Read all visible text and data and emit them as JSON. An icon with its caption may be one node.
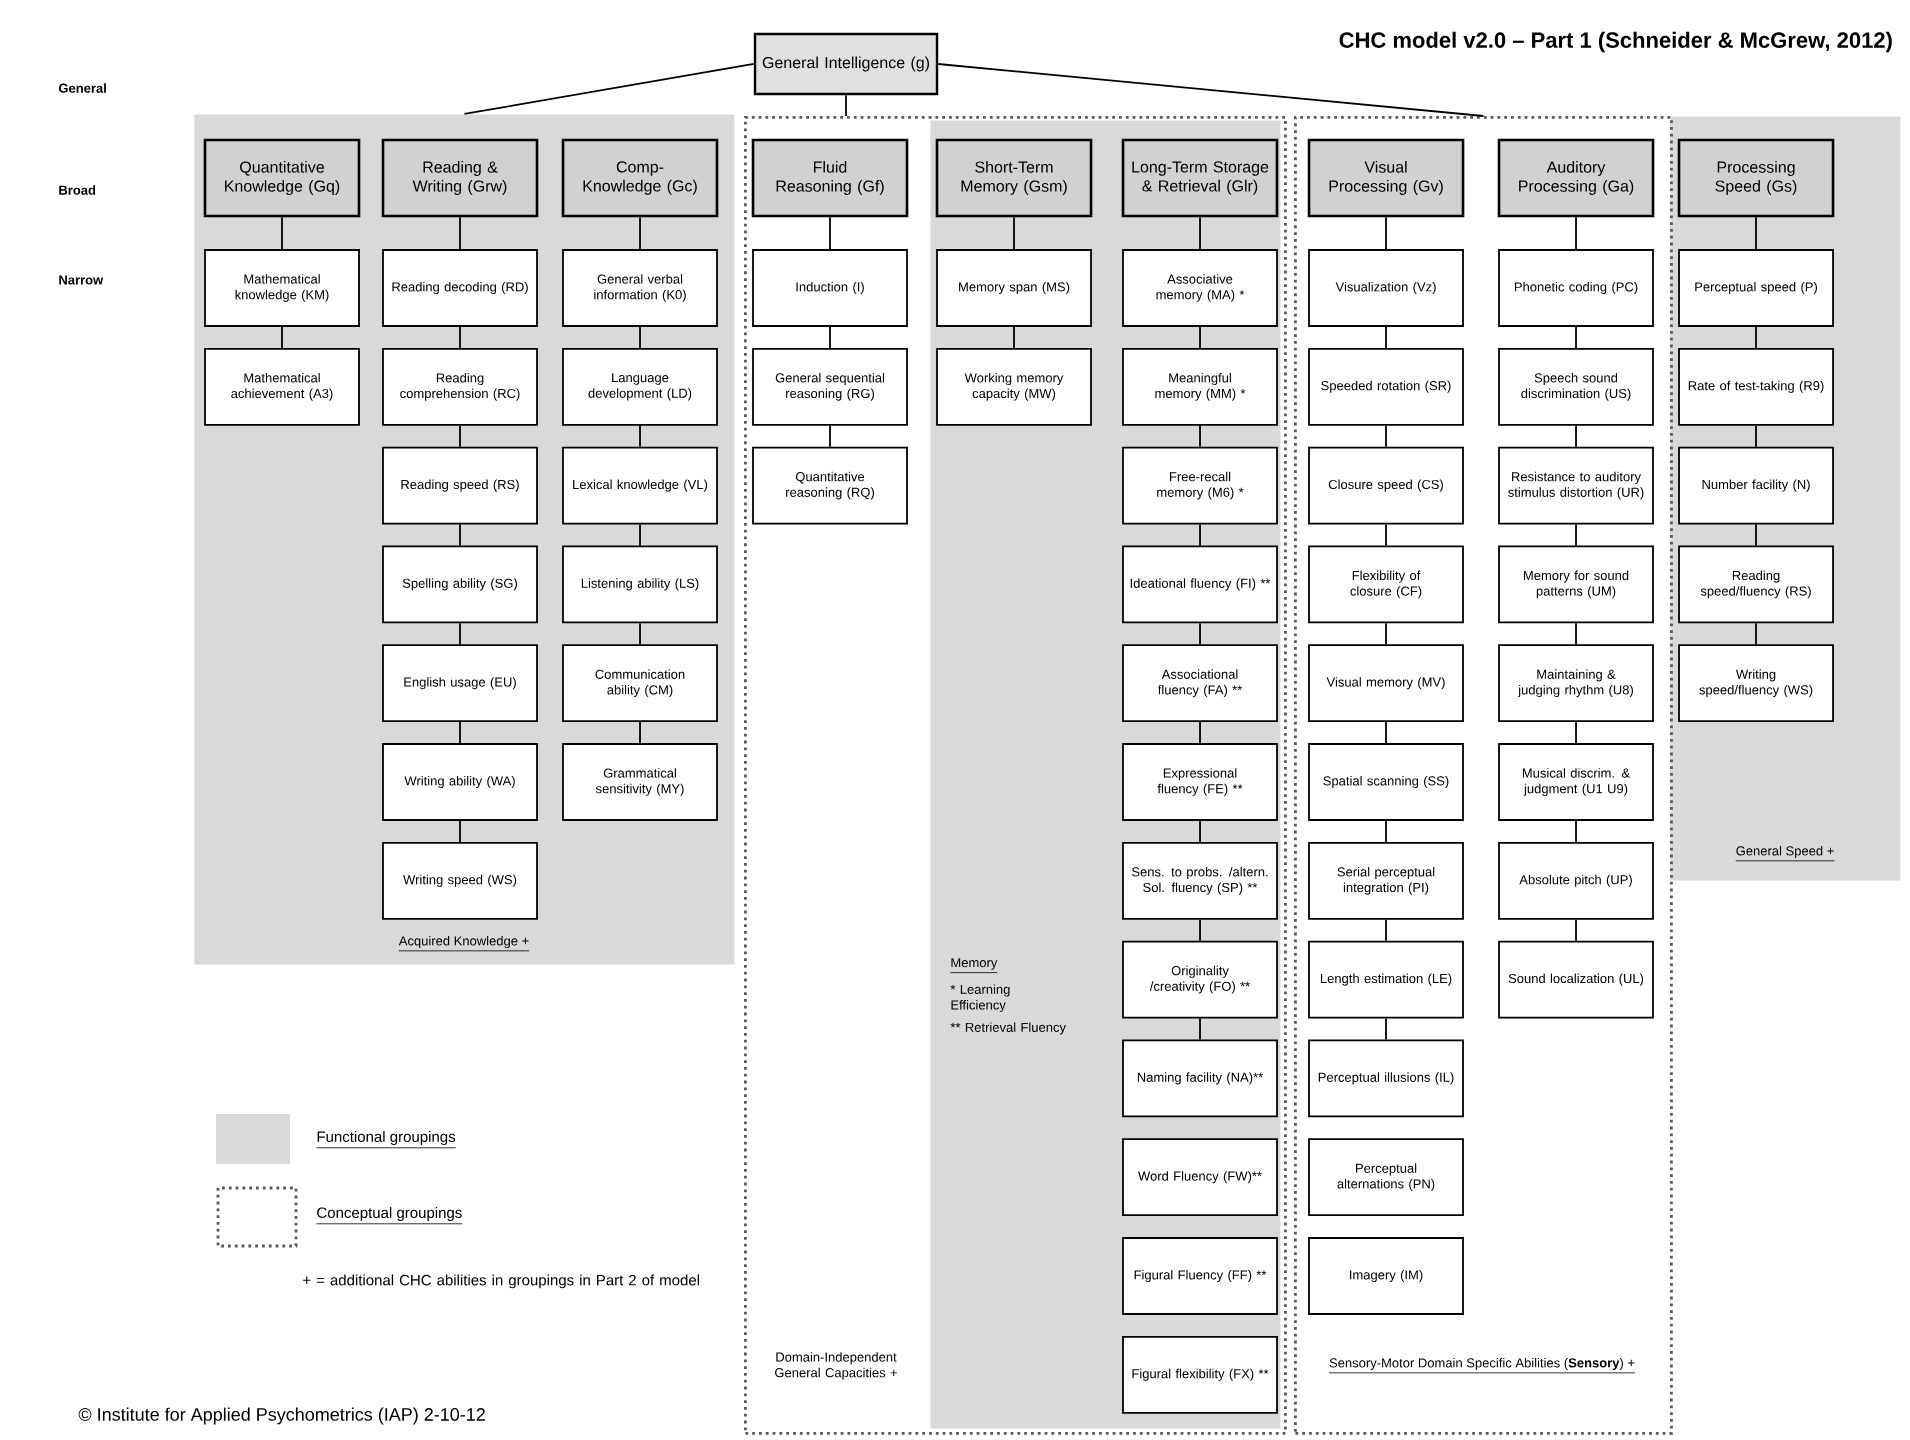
{
  "diagram": {
    "title": "CHC model v2.0 – Part 1 (Schneider & McGrew, 2012)",
    "nodes": [
      {
        "text": [
          "General Intelligence (g)"
        ]
      },
      {
        "text": [
          "Acquired Knowledge +"
        ]
      },
      {
        "text": [
          "Quantitative Knowledge (Gq)"
        ],
        "in": 1
      },
      {
        "text": [
          "Mathematical knowledge (KM)"
        ],
        "in": 1
      },
      {
        "text": [
          "Mathematical achievement (A3)"
        ],
        "in": 1
      },
      {
        "text": [
          "Reading & Writing (Grw)"
        ],
        "in": 1
      },
      {
        "text": [
          "Reading decoding (RD)"
        ],
        "in": 1
      },
      {
        "text": [
          "Reading comprehension (RC)"
        ],
        "in": 1
      },
      {
        "text": [
          "Reading speed (RS)"
        ],
        "in": 1
      },
      {
        "text": [
          "Spelling ability (SG)"
        ],
        "in": 1
      },
      {
        "text": [
          "English usage (EU)"
        ],
        "in": 1
      },
      {
        "text": [
          "Writing ability (WA)"
        ],
        "in": 1
      },
      {
        "text": [
          "Writing speed (WS)"
        ],
        "in": 1
      },
      {
        "text": [
          "Comp-Knowledge (Gc)"
        ],
        "in": 1
      },
      {
        "text": [
          "General verbal information (K0)"
        ],
        "in": 1
      },
      {
        "text": [
          "Language development (LD)"
        ],
        "in": 1
      },
      {
        "text": [
          "Lexical knowledge (VL)"
        ],
        "in": 1
      },
      {
        "text": [
          "Listening ability (LS)"
        ],
        "in": 1
      },
      {
        "text": [
          "Communication ability (CM)"
        ],
        "in": 1
      },
      {
        "text": [
          "Grammatical sensitivity (MY)"
        ],
        "in": 1
      },
      {
        "text": [
          "Domain-Independent General Capacities +"
        ]
      },
      {
        "text": [
          "Fluid Reasoning (Gf)"
        ],
        "in": 20
      },
      {
        "text": [
          "Induction (I)"
        ],
        "in": 20
      },
      {
        "text": [
          "General sequential reasoning (RG)"
        ],
        "in": 20
      },
      {
        "text": [
          "Quantitative reasoning (RQ)"
        ],
        "in": 20
      },
      {
        "text": [
          "Memory",
          "* Learning Efficiency",
          "** Retrieval Fluency"
        ],
        "in": 20
      },
      {
        "text": [
          "Short-Term Memory (Gsm)"
        ],
        "in": 25
      },
      {
        "text": [
          "Memory span (MS)"
        ],
        "in": 25
      },
      {
        "text": [
          "Working memory capacity (MW)"
        ],
        "in": 25
      },
      {
        "text": [
          "Long-Term Storage & Retrieval (Glr)"
        ],
        "in": 25
      },
      {
        "text": [
          "Associative memory (MA) *"
        ],
        "in": 25
      },
      {
        "text": [
          "Meaningful memory (MM) *"
        ],
        "in": 25
      },
      {
        "text": [
          "Free-recall memory (M6) *"
        ],
        "in": 25
      },
      {
        "text": [
          "Ideational fluency (FI) **"
        ],
        "in": 25
      },
      {
        "text": [
          "Associational fluency (FA) **"
        ],
        "in": 25
      },
      {
        "text": [
          "Expressional fluency (FE) **"
        ],
        "in": 25
      },
      {
        "text": [
          "Sens. to probs. /altern. Sol. fluency (SP) **"
        ],
        "in": 25
      },
      {
        "text": [
          "Originality /creativity (FO) **"
        ],
        "in": 25
      },
      {
        "text": [
          "Naming facility (NA)**"
        ],
        "in": 25
      },
      {
        "text": [
          "Word Fluency (FW)**"
        ],
        "in": 25
      },
      {
        "text": [
          "Figural Fluency (FF) **"
        ],
        "in": 25
      },
      {
        "text": [
          "Figural flexibility (FX) **"
        ],
        "in": 25
      },
      {
        "text": [
          "Sensory-Motor Domain Specific Abilities (**Sensory**) +"
        ]
      },
      {
        "text": [
          "Visual Processing (Gv)"
        ],
        "in": 42
      },
      {
        "text": [
          "Visualization (Vz)"
        ],
        "in": 42
      },
      {
        "text": [
          "Speeded rotation (SR)"
        ],
        "in": 42
      },
      {
        "text": [
          "Closure speed (CS)"
        ],
        "in": 42
      },
      {
        "text": [
          "Flexibility of closure (CF)"
        ],
        "in": 42
      },
      {
        "text": [
          "Visual memory (MV)"
        ],
        "in": 42
      },
      {
        "text": [
          "Spatial scanning (SS)"
        ],
        "in": 42
      },
      {
        "text": [
          "Serial perceptual integration (PI)"
        ],
        "in": 42
      },
      {
        "text": [
          "Length estimation (LE)"
        ],
        "in": 42
      },
      {
        "text": [
          "Perceptual illusions (IL)"
        ],
        "in": 42
      },
      {
        "text": [
          "Perceptual alternations (PN)"
        ],
        "in": 42
      },
      {
        "text": [
          "Imagery (IM)"
        ],
        "in": 42
      },
      {
        "text": [
          "Auditory Processing (Ga)"
        ],
        "in": 42
      },
      {
        "text": [
          "Phonetic coding (PC)"
        ],
        "in": 42
      },
      {
        "text": [
          "Speech sound discrimination (US)"
        ],
        "in": 42
      },
      {
        "text": [
          "Resistance to auditory stimulus distortion (UR)"
        ],
        "in": 42
      },
      {
        "text": [
          "Memory for sound patterns (UM)"
        ],
        "in": 42
      },
      {
        "text": [
          "Maintaining & judging rhythm (U8)"
        ],
        "in": 42
      },
      {
        "text": [
          "Musical discrim. & judgment (U1 U9)"
        ],
        "in": 42
      },
      {
        "text": [
          "Absolute pitch (UP)"
        ],
        "in": 42
      },
      {
        "text": [
          "Sound localization (UL)"
        ],
        "in": 42
      },
      {
        "text": [
          "General Speed +"
        ]
      },
      {
        "text": [
          "Processing Speed (Gs)"
        ],
        "in": 64
      },
      {
        "text": [
          "Perceptual speed (P)"
        ],
        "in": 64
      },
      {
        "text": [
          "Rate of test-taking (R9)"
        ],
        "in": 64
      },
      {
        "text": [
          "Number facility (N)"
        ],
        "in": 64
      },
      {
        "text": [
          "Reading speed/fluency (RS)"
        ],
        "in": 64
      },
      {
        "text": [
          "Writing speed/fluency (WS)"
        ],
        "in": 64
      }
    ],
    "edges": [
      {
        "from": 0,
        "to": 1,
        "arrow": "none"
      },
      {
        "from": 0,
        "to": 20,
        "arrow": "none"
      },
      {
        "from": 0,
        "to": 42,
        "arrow": "none"
      },
      {
        "from": 2,
        "to": 3,
        "arrow": "none"
      },
      {
        "from": 3,
        "to": 4,
        "arrow": "none"
      },
      {
        "from": 5,
        "to": 6,
        "arrow": "none"
      },
      {
        "from": 6,
        "to": 7,
        "arrow": "none"
      },
      {
        "from": 7,
        "to": 8,
        "arrow": "none"
      },
      {
        "from": 8,
        "to": 9,
        "arrow": "none"
      },
      {
        "from": 9,
        "to": 10,
        "arrow": "none"
      },
      {
        "from": 10,
        "to": 11,
        "arrow": "none"
      },
      {
        "from": 11,
        "to": 12,
        "arrow": "none"
      },
      {
        "from": 13,
        "to": 14,
        "arrow": "none"
      },
      {
        "from": 14,
        "to": 15,
        "arrow": "none"
      },
      {
        "from": 15,
        "to": 16,
        "arrow": "none"
      },
      {
        "from": 16,
        "to": 17,
        "arrow": "none"
      },
      {
        "from": 17,
        "to": 18,
        "arrow": "none"
      },
      {
        "from": 18,
        "to": 19,
        "arrow": "none"
      },
      {
        "from": 21,
        "to": 22,
        "arrow": "none"
      },
      {
        "from": 22,
        "to": 23,
        "arrow": "none"
      },
      {
        "from": 23,
        "to": 24,
        "arrow": "none"
      },
      {
        "from": 26,
        "to": 27,
        "arrow": "none"
      },
      {
        "from": 27,
        "to": 28,
        "arrow": "none"
      },
      {
        "from": 29,
        "to": 30,
        "arrow": "none"
      },
      {
        "from": 30,
        "to": 31,
        "arrow": "none"
      },
      {
        "from": 31,
        "to": 32,
        "arrow": "none"
      },
      {
        "from": 32,
        "to": 33,
        "arrow": "none"
      },
      {
        "from": 33,
        "to": 34,
        "arrow": "none"
      },
      {
        "from": 34,
        "to": 35,
        "arrow": "none"
      },
      {
        "from": 35,
        "to": 36,
        "arrow": "none"
      },
      {
        "from": 36,
        "to": 37,
        "arrow": "none"
      },
      {
        "from": 37,
        "to": 38,
        "arrow": "none"
      },
      {
        "from": 43,
        "to": 44,
        "arrow": "none"
      },
      {
        "from": 44,
        "to": 45,
        "arrow": "none"
      },
      {
        "from": 45,
        "to": 46,
        "arrow": "none"
      },
      {
        "from": 46,
        "to": 47,
        "arrow": "none"
      },
      {
        "from": 47,
        "to": 48,
        "arrow": "none"
      },
      {
        "from": 48,
        "to": 49,
        "arrow": "none"
      },
      {
        "from": 49,
        "to": 50,
        "arrow": "none"
      },
      {
        "from": 50,
        "to": 51,
        "arrow": "none"
      },
      {
        "from": 51,
        "to": 52,
        "arrow": "none"
      },
      {
        "from": 55,
        "to": 56,
        "arrow": "none"
      },
      {
        "from": 56,
        "to": 57,
        "arrow": "none"
      },
      {
        "from": 57,
        "to": 58,
        "arrow": "none"
      },
      {
        "from": 58,
        "to": 59,
        "arrow": "none"
      },
      {
        "from": 59,
        "to": 60,
        "arrow": "none"
      },
      {
        "from": 60,
        "to": 61,
        "arrow": "none"
      },
      {
        "from": 61,
        "to": 62,
        "arrow": "none"
      },
      {
        "from": 62,
        "to": 63,
        "arrow": "none"
      },
      {
        "from": 65,
        "to": 66,
        "arrow": "none"
      },
      {
        "from": 66,
        "to": 67,
        "arrow": "none"
      },
      {
        "from": 67,
        "to": 68,
        "arrow": "none"
      },
      {
        "from": 68,
        "to": 69,
        "arrow": "none"
      },
      {
        "from": 69,
        "to": 70,
        "arrow": "none"
      }
    ],
    "labels": [
      "General",
      "Broad",
      "Narrow",
      "+ = additional CHC abilities in groupings in Part 2 of model",
      "© Institute for Applied Psychometrics (IAP) 2-10-12"
    ],
    "legend": [
      {
        "text": "Functional groupings",
        "color": "#d9d9d9"
      },
      {
        "text": "Conceptual groupings"
      }
    ]
  }
}
